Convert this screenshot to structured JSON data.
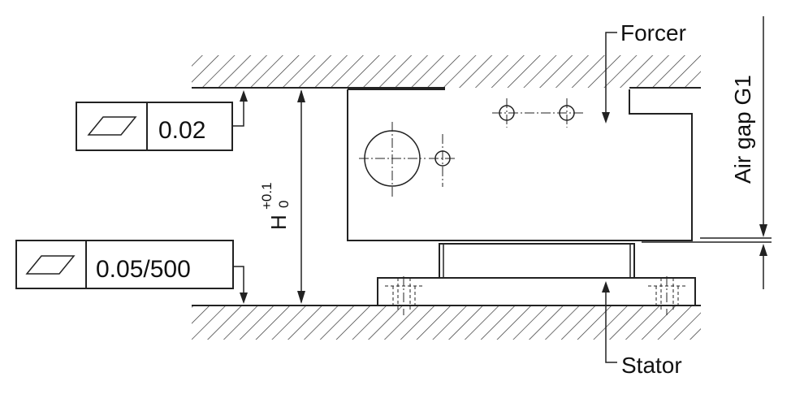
{
  "labels": {
    "forcer": "Forcer",
    "stator": "Stator",
    "air_gap": "Air gap G1",
    "height_symbol": "H",
    "height_tol_upper": "+0.1",
    "height_tol_lower": "0"
  },
  "tolerances": {
    "upper_value": "0.02",
    "lower_value": "0.05/500"
  },
  "icons": {
    "flatness_symbol": "parallelogram-flatness-icon"
  }
}
